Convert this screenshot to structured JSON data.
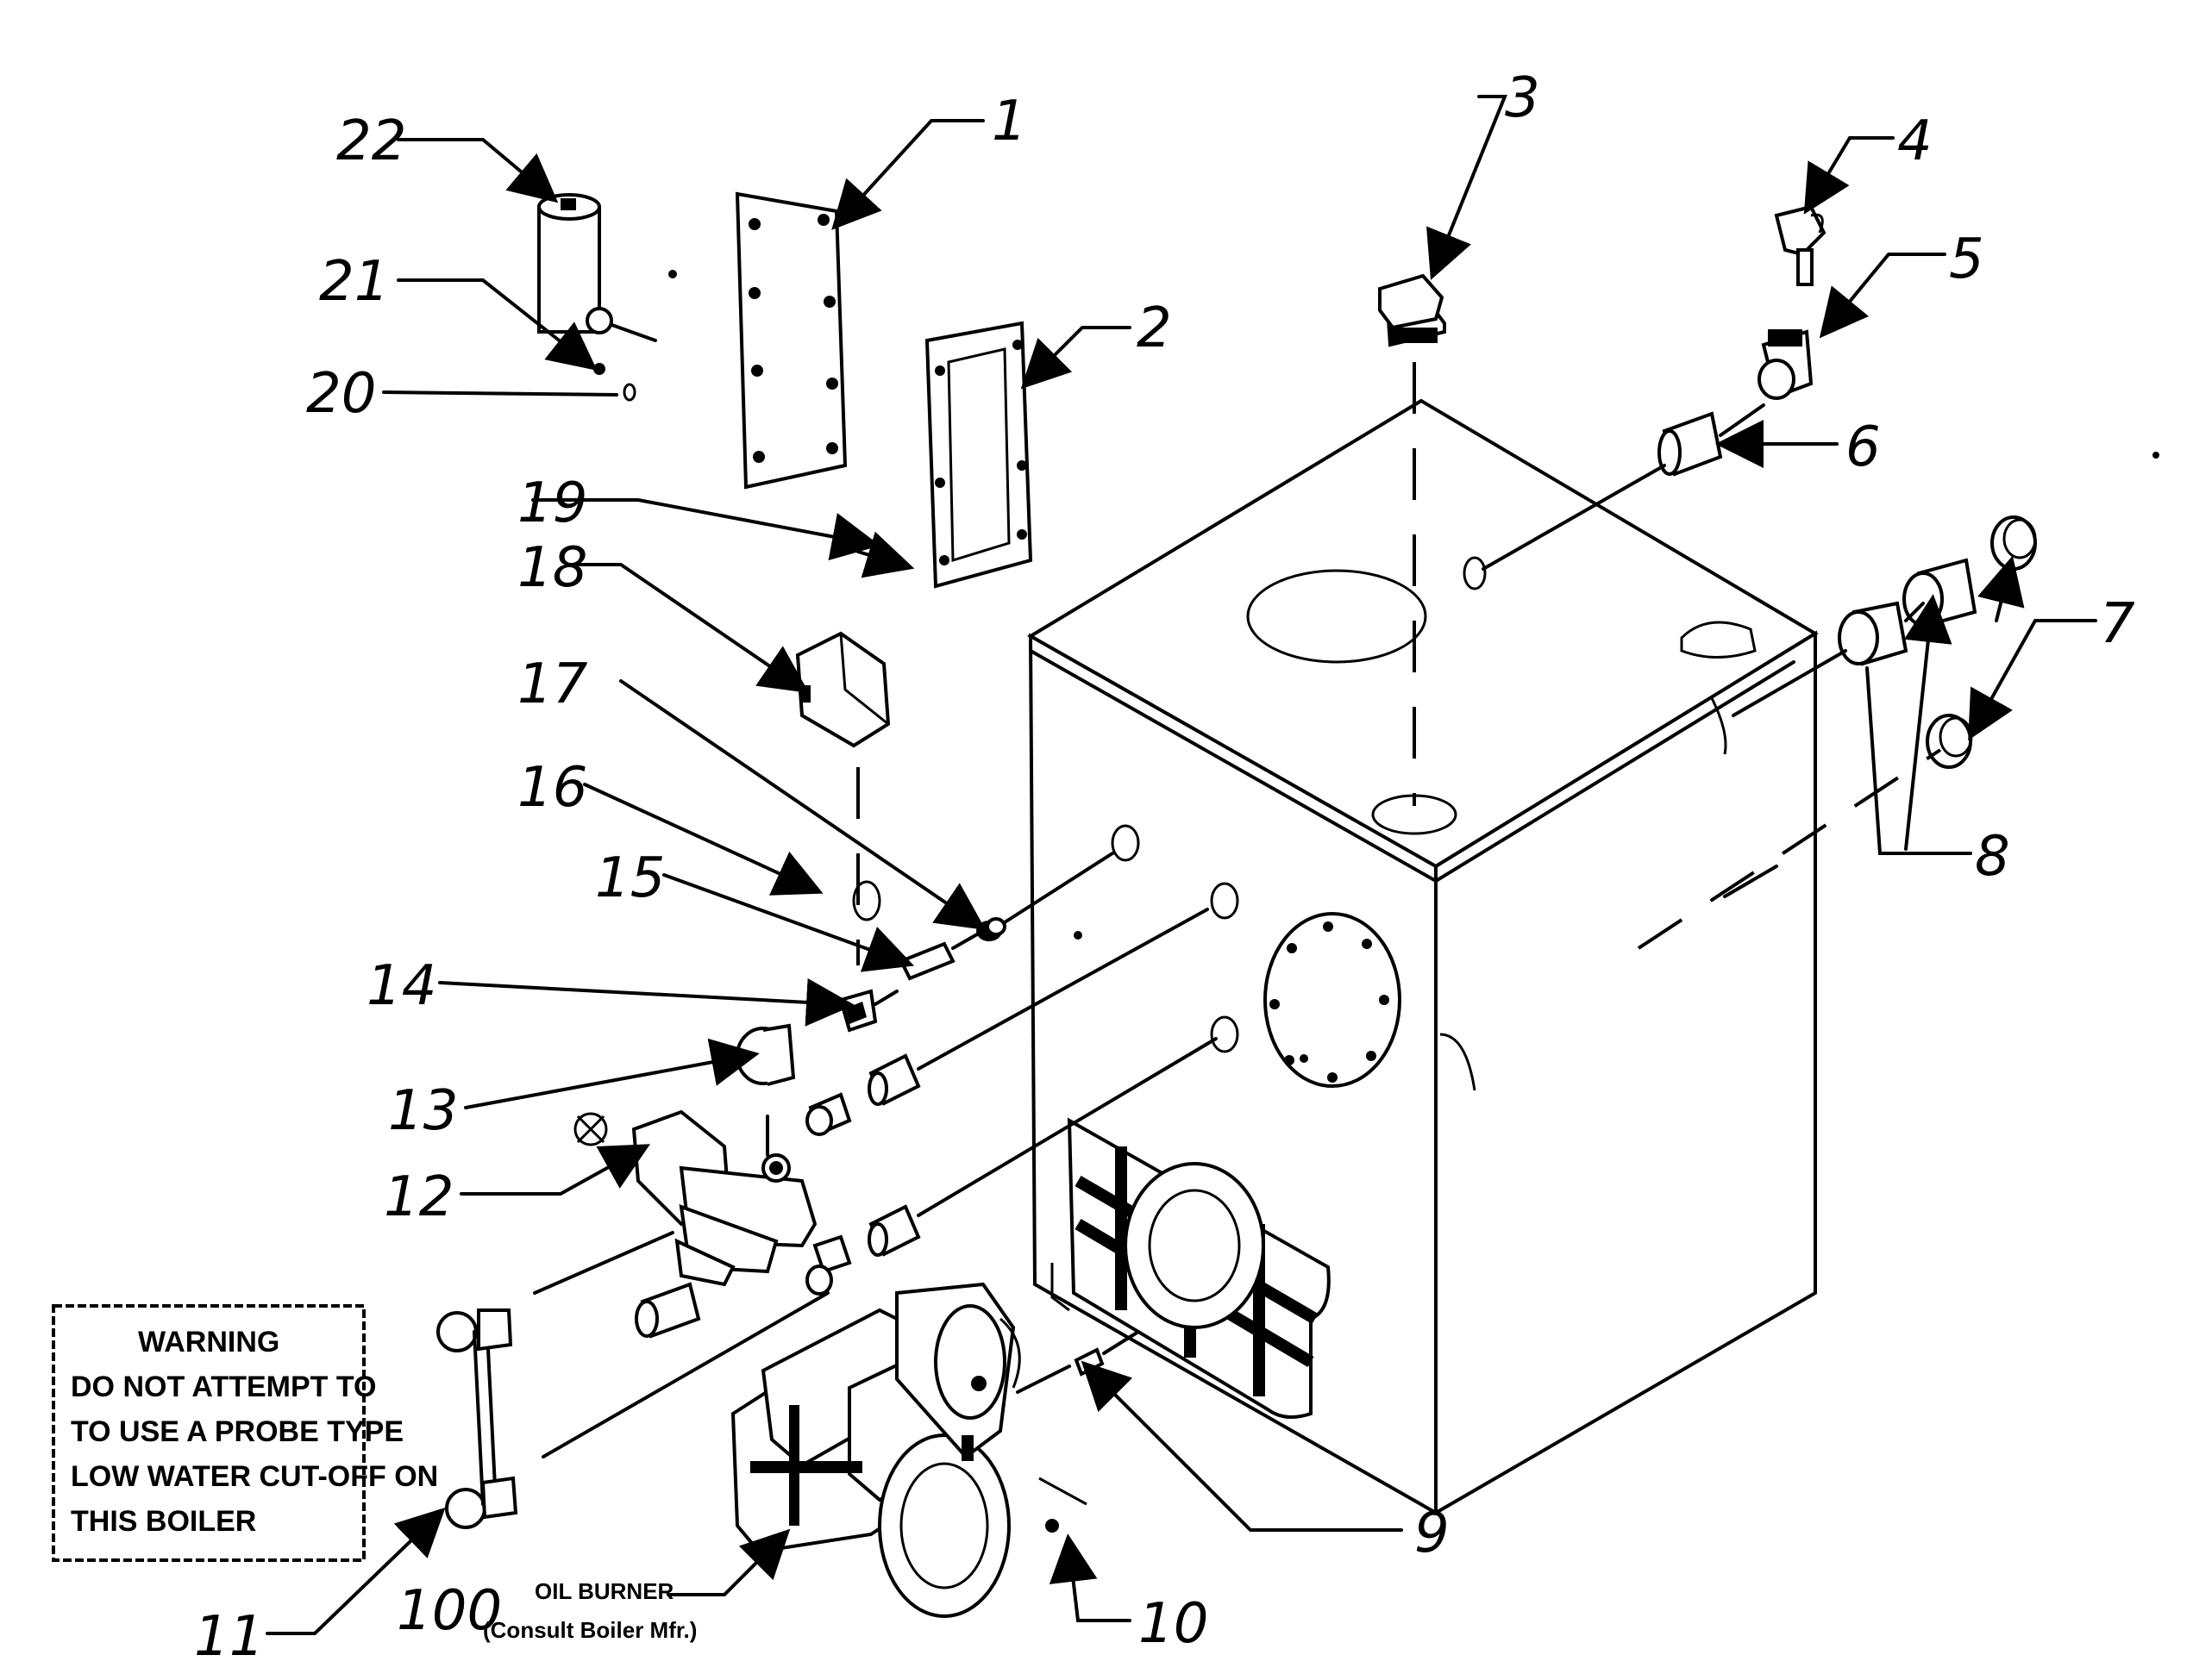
{
  "callouts": [
    {
      "id": "c22",
      "text": "22"
    },
    {
      "id": "c21",
      "text": "21"
    },
    {
      "id": "c20",
      "text": "20"
    },
    {
      "id": "c1",
      "text": "1"
    },
    {
      "id": "c2",
      "text": "2"
    },
    {
      "id": "c3",
      "text": "3"
    },
    {
      "id": "c4",
      "text": "4"
    },
    {
      "id": "c5",
      "text": "5"
    },
    {
      "id": "c6",
      "text": "6"
    },
    {
      "id": "c7",
      "text": "7"
    },
    {
      "id": "c8",
      "text": "8"
    },
    {
      "id": "c19",
      "text": "19"
    },
    {
      "id": "c18",
      "text": "18"
    },
    {
      "id": "c17",
      "text": "17"
    },
    {
      "id": "c16",
      "text": "16"
    },
    {
      "id": "c15",
      "text": "15"
    },
    {
      "id": "c14",
      "text": "14"
    },
    {
      "id": "c13",
      "text": "13"
    },
    {
      "id": "c12",
      "text": "12"
    },
    {
      "id": "c9",
      "text": "9"
    },
    {
      "id": "c10",
      "text": "10"
    },
    {
      "id": "c11",
      "text": "11"
    },
    {
      "id": "c100",
      "text": "100"
    }
  ],
  "burner_label": {
    "line1": "OIL BURNER",
    "line2": "(Consult Boiler Mfr.)"
  },
  "warning": {
    "lines": [
      "WARNING",
      "DO NOT ATTEMPT TO",
      "TO USE A PROBE TYPE",
      "LOW WATER CUT-OFF ON",
      "THIS BOILER"
    ]
  }
}
